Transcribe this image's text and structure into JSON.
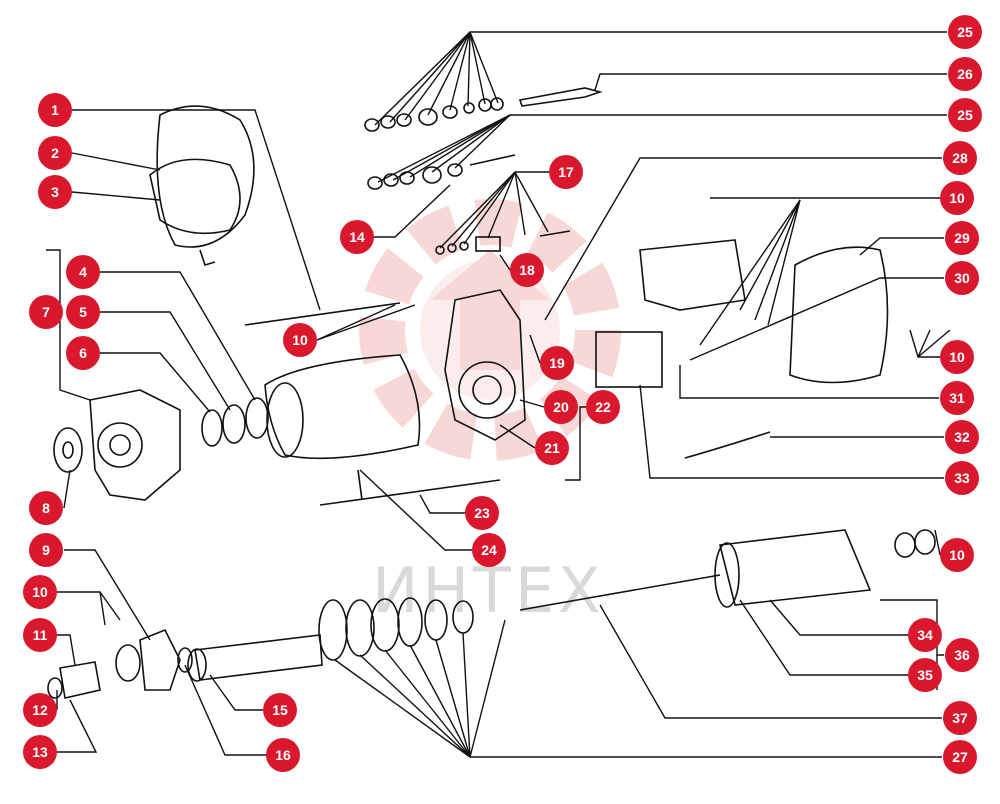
{
  "diagram": {
    "callout_color": "#d9182d",
    "line_color": "#111111",
    "watermark_color": "#f4b7b7",
    "callouts": [
      "1",
      "2",
      "3",
      "4",
      "5",
      "6",
      "7",
      "8",
      "9",
      "10",
      "10",
      "10",
      "10",
      "10",
      "11",
      "12",
      "13",
      "14",
      "15",
      "16",
      "17",
      "18",
      "19",
      "20",
      "21",
      "22",
      "23",
      "24",
      "25",
      "25",
      "26",
      "27",
      "28",
      "29",
      "30",
      "31",
      "32",
      "33",
      "34",
      "35",
      "36",
      "37"
    ]
  },
  "watermark": {
    "text": "ИНТЕХ",
    "icon": "gear-logo-icon"
  }
}
